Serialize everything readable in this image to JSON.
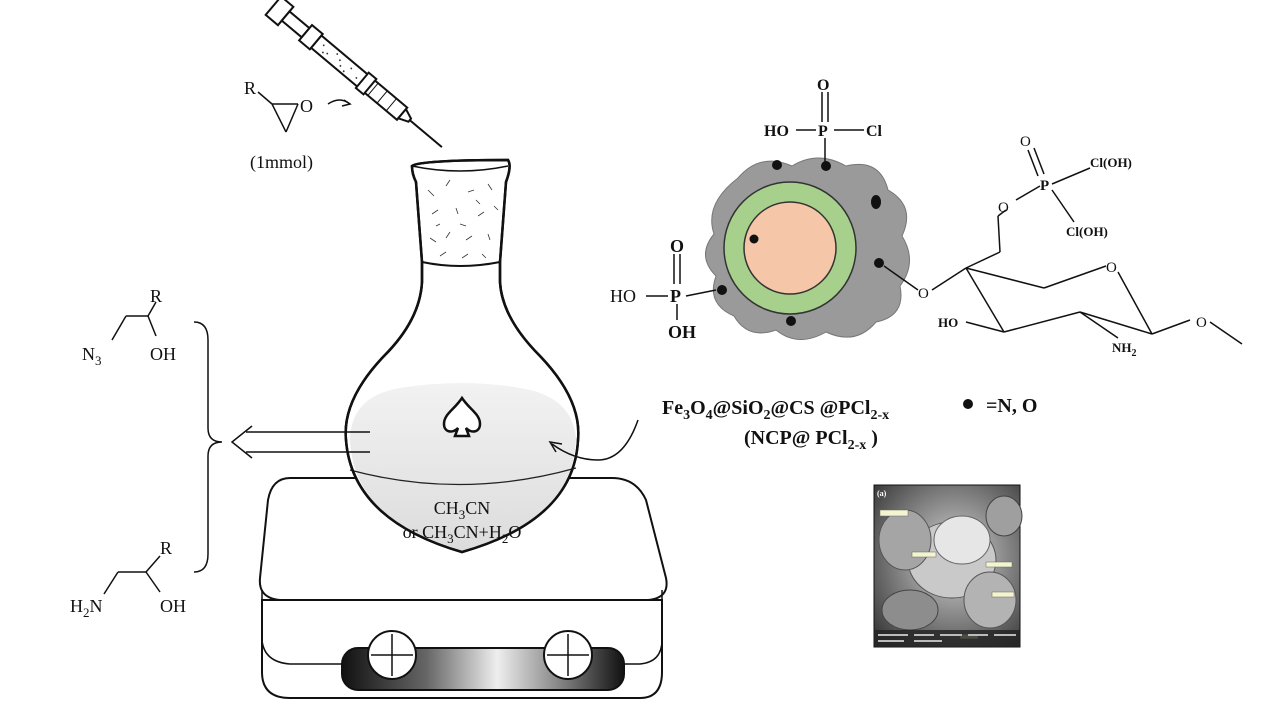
{
  "epoxide": {
    "r_label": "R",
    "o_label": "O",
    "amount": "(1mmol)"
  },
  "flask": {
    "solvent_line1_base": "CH",
    "solvent_line1_sub": "3",
    "solvent_line1_rest": "CN",
    "solvent_line2_pre": "or CH",
    "solvent_line2_sub1": "3",
    "solvent_line2_mid": "CN+H",
    "solvent_line2_sub2": "2",
    "solvent_line2_post": "O"
  },
  "product_azido": {
    "r": "R",
    "n3_base": "N",
    "n3_sub": "3",
    "oh": "OH"
  },
  "product_amino": {
    "r": "R",
    "h2n_pre": "H",
    "h2n_sub": "2",
    "h2n_post": "N",
    "oh": "OH"
  },
  "catalyst": {
    "name_parts": [
      "Fe",
      "3",
      "O",
      "4",
      "@SiO",
      "2",
      "@CS @PCl",
      "2-x"
    ],
    "abbr_parts": [
      "(NCP@ PCl",
      "2-x",
      " )"
    ],
    "legend_text": "=N, O"
  },
  "phosphates": {
    "top": {
      "o": "O",
      "ho": "HO",
      "p": "P",
      "cl": "Cl"
    },
    "left": {
      "o": "O",
      "ho": "HO",
      "p": "P",
      "oh": "OH"
    },
    "right": {
      "o": "O",
      "p": "P",
      "cloh1": "Cl(OH)",
      "cloh2": "Cl(OH)",
      "o_link": "O"
    }
  },
  "sugar": {
    "o_ring": "O",
    "o_link": "O",
    "ho": "HO",
    "nh2_base": "NH",
    "nh2_sub": "2",
    "o_end": "O"
  },
  "sem_image": {
    "label": "(a)"
  },
  "colors": {
    "core": "#f6c6a8",
    "shell": "#a8d08d",
    "coating": "#9a9a9a",
    "ink": "#111111"
  }
}
